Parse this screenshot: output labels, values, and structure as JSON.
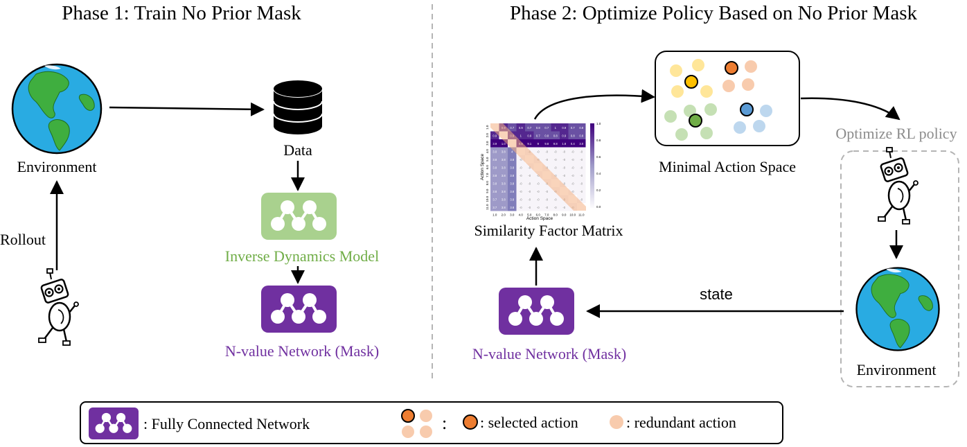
{
  "phase1": {
    "title": "Phase 1: Train No Prior Mask",
    "environment_label": "Environment",
    "rollout_label": "Rollout",
    "data_label": "Data",
    "inverse_model_label": "Inverse Dynamics Model",
    "nvalue_label": "N-value Network (Mask)"
  },
  "phase2": {
    "title": "Phase 2: Optimize Policy Based on No Prior Mask",
    "similarity_label": "Similarity Factor Matrix",
    "minimal_space_label": "Minimal Action Space",
    "optimize_label": "Optimize RL policy",
    "environment_label": "Environment",
    "state_label": "state",
    "nvalue_label": "N-value Network (Mask)",
    "matrix": {
      "ylabel": "Action Space",
      "xlabel": "Action Space",
      "ticks": [
        "1.0",
        "2.0",
        "3.0",
        "4.0",
        "5.0",
        "6.0",
        "7.0",
        "8.0",
        "9.0",
        "10.0",
        "11.0"
      ],
      "colorbar_ticks": [
        "1.0",
        "0.8",
        "0.6",
        "0.4",
        "0.2",
        "0.0"
      ],
      "rows": [
        [
          "",
          "0.9",
          "0.7",
          "0.9",
          "0.7",
          "0.8",
          "0.7",
          "1",
          "0.9",
          "0.7",
          "0.8"
        ],
        [
          "0.9",
          "",
          "0.9",
          "1",
          "0.9",
          "0.7",
          "0.8",
          "0.8",
          "0.9",
          "0.8",
          "0.8"
        ],
        [
          "3.9",
          "1.0",
          "",
          "0.8",
          "9.1",
          "9",
          "9.8",
          "9.8",
          "1.8",
          "0.4",
          "3.0"
        ],
        [
          "3.0",
          "3.8",
          "4",
          "",
          "-0",
          "-0",
          "-0",
          "-0",
          "-0",
          "-0",
          "-0"
        ],
        [
          "3.8",
          "3.8",
          "3.8",
          "-0",
          "",
          "-0",
          "-0",
          "-0",
          "-0",
          "-0",
          "-0"
        ],
        [
          "3.8",
          "3.8",
          "3.8",
          "-0",
          "-0",
          "",
          "-0",
          "-0",
          "-0",
          "-0",
          "-0"
        ],
        [
          "3.8",
          "3.8",
          "3.8",
          "-0",
          "-0",
          "-0",
          "",
          "-0",
          "-0",
          "-0",
          "-0"
        ],
        [
          "3.8",
          "3.8",
          "3.8",
          "-0",
          "-0",
          "-0",
          "-0",
          "",
          "-0",
          "-0",
          "-0"
        ],
        [
          "3.8",
          "3.8",
          "3.8",
          "-0",
          "-0",
          "-0",
          "-0",
          "-0",
          "",
          "-0",
          "-0"
        ],
        [
          "3.7",
          "3.8",
          "3.8",
          "-0",
          "-0",
          "-0",
          "-0",
          "-0",
          "-0",
          "",
          "-0"
        ],
        [
          "3.7",
          "3.8",
          "3.8",
          "-0",
          "-0",
          "-0",
          "-0",
          "-0",
          "-0",
          "-0",
          ""
        ]
      ]
    }
  },
  "legend": {
    "fcn_label": ": Fully Connected Network",
    "colon": ":",
    "selected_label": ": selected action",
    "redundant_label": ": redundant action"
  },
  "colors": {
    "purple": "#7030a0",
    "green": "#a9d18e",
    "green_text": "#70ad47",
    "gray_text": "#8c8c8c",
    "dashed": "#b4b4b4"
  },
  "icons": {
    "globe": "globe-icon",
    "database": "database-icon",
    "robot": "robot-icon",
    "network": "network-icon"
  }
}
